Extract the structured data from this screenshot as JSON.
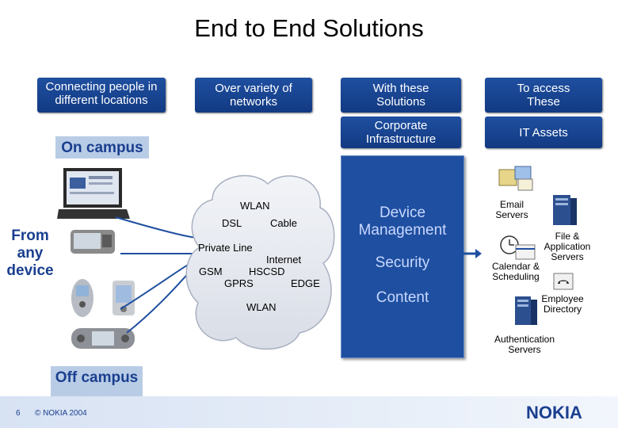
{
  "title": "End to End Solutions",
  "headers": {
    "connecting": "Connecting people in different locations",
    "networks": "Over  variety of networks",
    "with_these": "With these Solutions",
    "to_access": "To access These",
    "corporate": "Corporate Infrastructure",
    "it_assets": "IT Assets"
  },
  "campus": {
    "on": "On campus",
    "off": "Off campus",
    "from_any_device": "From any device"
  },
  "cloud": {
    "wlan_top": "WLAN",
    "dsl": "DSL",
    "cable": "Cable",
    "private_line": "Private Line",
    "internet": "Internet",
    "gsm": "GSM",
    "hscsd": "HSCSD",
    "gprs": "GPRS",
    "edge": "EDGE",
    "wlan_bottom": "WLAN"
  },
  "solutions": {
    "device_management": "Device Management",
    "security": "Security",
    "content": "Content"
  },
  "assets": {
    "email": "Email Servers",
    "file_app": "File & Application Servers",
    "calendar": "Calendar & Scheduling",
    "employee": "Employee Directory",
    "auth": "Authentication Servers"
  },
  "footer": {
    "page": "6",
    "copyright": "© NOKIA  2004",
    "logo": "NOKIA"
  },
  "colors": {
    "header_blue": "#1f4fa0",
    "label_blue": "#1a3f8f",
    "mgmt_text": "#c8d8ff"
  }
}
